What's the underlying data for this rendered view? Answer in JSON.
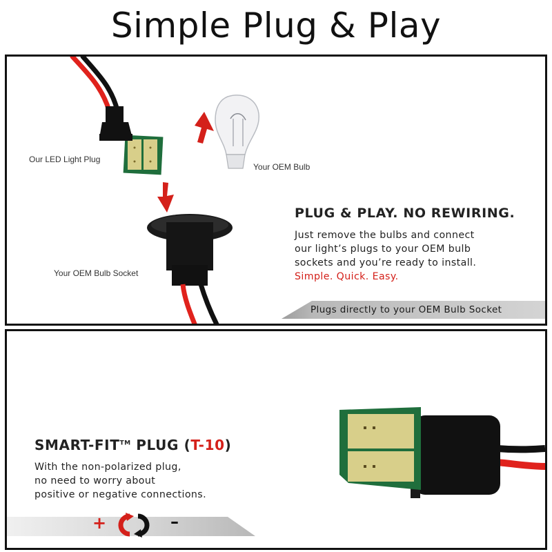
{
  "title": "Simple Plug & Play",
  "top_panel": {
    "label_led_plug": "Our LED Light Plug",
    "label_oem_bulb": "Your OEM Bulb",
    "label_oem_socket": "Your OEM Bulb Socket",
    "heading": "PLUG & PLAY. NO REWIRING.",
    "body_lines": [
      "Just remove the bulbs and connect",
      "our light’s plugs to your OEM bulb",
      "sockets and you’re ready to install."
    ],
    "tagline": "Simple. Quick. Easy.",
    "banner": "Plugs directly to your OEM Bulb Socket"
  },
  "bottom_panel": {
    "heading_prefix": "SMART-FIT",
    "heading_tm": "TM",
    "heading_middle": " PLUG (",
    "heading_code": "T-10",
    "heading_suffix": ")",
    "body_lines": [
      "With the non-polarized plug,",
      "no need to worry about",
      "positive or negative connections."
    ],
    "plus": "+",
    "minus": "–"
  },
  "colors": {
    "accent": "#d4201a",
    "wire_red": "#e0221c",
    "wire_black": "#111111",
    "pcb_green": "#1f6e3c",
    "pad_gold": "#d8cf8a"
  }
}
